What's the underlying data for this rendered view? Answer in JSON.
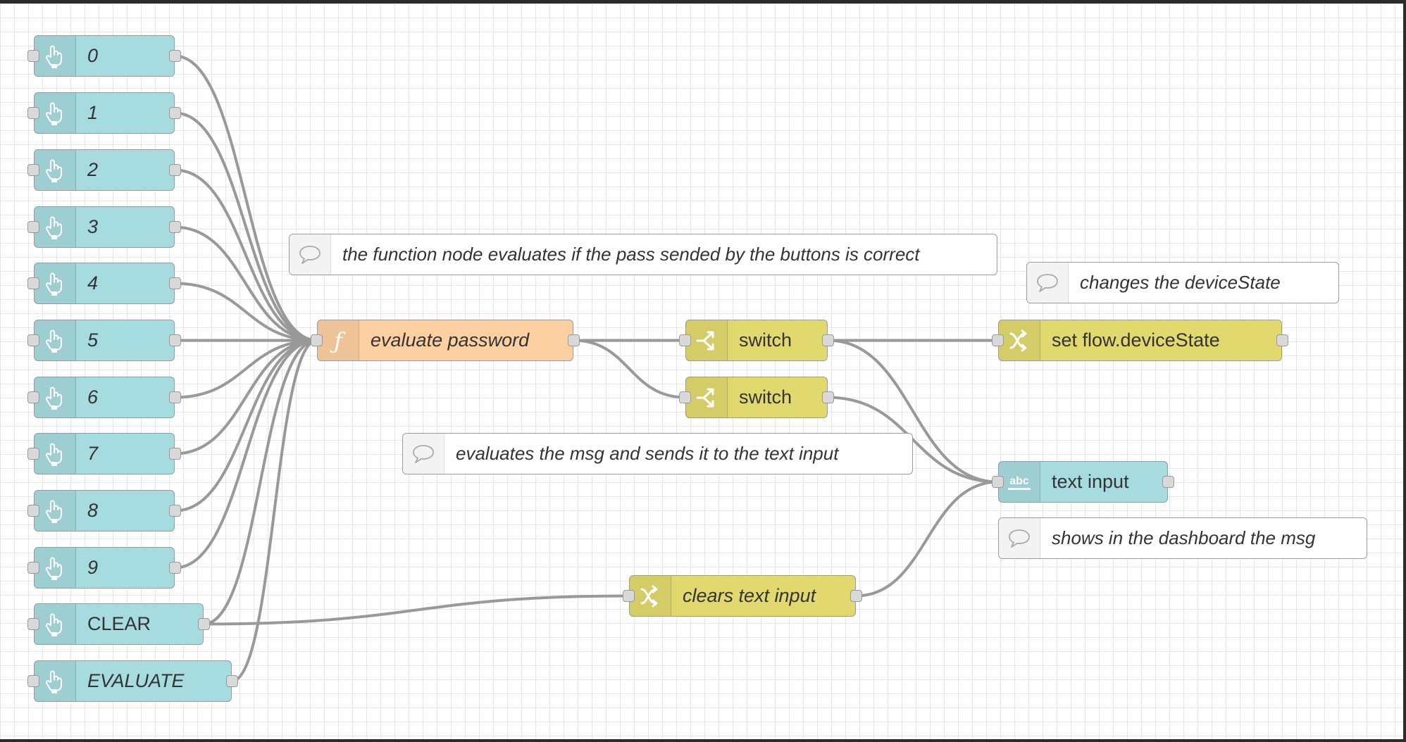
{
  "flow": {
    "inject_nodes": [
      {
        "id": "inj0",
        "label": "0",
        "italic": true
      },
      {
        "id": "inj1",
        "label": "1",
        "italic": true
      },
      {
        "id": "inj2",
        "label": "2",
        "italic": true
      },
      {
        "id": "inj3",
        "label": "3",
        "italic": true
      },
      {
        "id": "inj4",
        "label": "4",
        "italic": true
      },
      {
        "id": "inj5",
        "label": "5",
        "italic": true
      },
      {
        "id": "inj6",
        "label": "6",
        "italic": true
      },
      {
        "id": "inj7",
        "label": "7",
        "italic": true
      },
      {
        "id": "inj8",
        "label": "8",
        "italic": true
      },
      {
        "id": "inj9",
        "label": "9",
        "italic": true
      },
      {
        "id": "injClear",
        "label": "CLEAR",
        "italic": false
      },
      {
        "id": "injEval",
        "label": "EVALUATE",
        "italic": true
      }
    ],
    "function_node": {
      "label": "evaluate password"
    },
    "switch_nodes": [
      {
        "label": "switch"
      },
      {
        "label": "switch"
      }
    ],
    "change_nodes": {
      "set_state": "set flow.deviceState",
      "clear": "clears text input"
    },
    "text_input_node": {
      "label": "text input",
      "icon_text": "abc"
    },
    "comments": {
      "function": "the function node evaluates if the pass sended by the buttons is correct",
      "state": "changes the deviceState",
      "evaluate": "evaluates the msg and sends it to the text input",
      "dashboard": "shows in the dashboard the msg"
    },
    "node_colors": {
      "inject": "#a6dbe0",
      "function": "#fdd0a2",
      "switch": "#e2d96e",
      "change": "#e2d96e",
      "ui_text": "#a6dbe0",
      "wire": "#999999"
    },
    "icons": {
      "inject": "hand-pointer-icon",
      "function": "function-icon",
      "switch": "switch-icon",
      "change": "shuffle-icon",
      "ui_text": "abc-icon",
      "comment": "comment-bubble-icon"
    },
    "wires": [
      [
        "inj0",
        "func"
      ],
      [
        "inj1",
        "func"
      ],
      [
        "inj2",
        "func"
      ],
      [
        "inj3",
        "func"
      ],
      [
        "inj4",
        "func"
      ],
      [
        "inj5",
        "func"
      ],
      [
        "inj6",
        "func"
      ],
      [
        "inj7",
        "func"
      ],
      [
        "inj8",
        "func"
      ],
      [
        "inj9",
        "func"
      ],
      [
        "injClear",
        "func"
      ],
      [
        "injClear",
        "clearText"
      ],
      [
        "injEval",
        "func"
      ],
      [
        "func",
        "sw1"
      ],
      [
        "func",
        "sw2"
      ],
      [
        "sw1",
        "setState"
      ],
      [
        "sw1",
        "textInput"
      ],
      [
        "sw2",
        "textInput"
      ],
      [
        "clearText",
        "textInput"
      ]
    ]
  }
}
